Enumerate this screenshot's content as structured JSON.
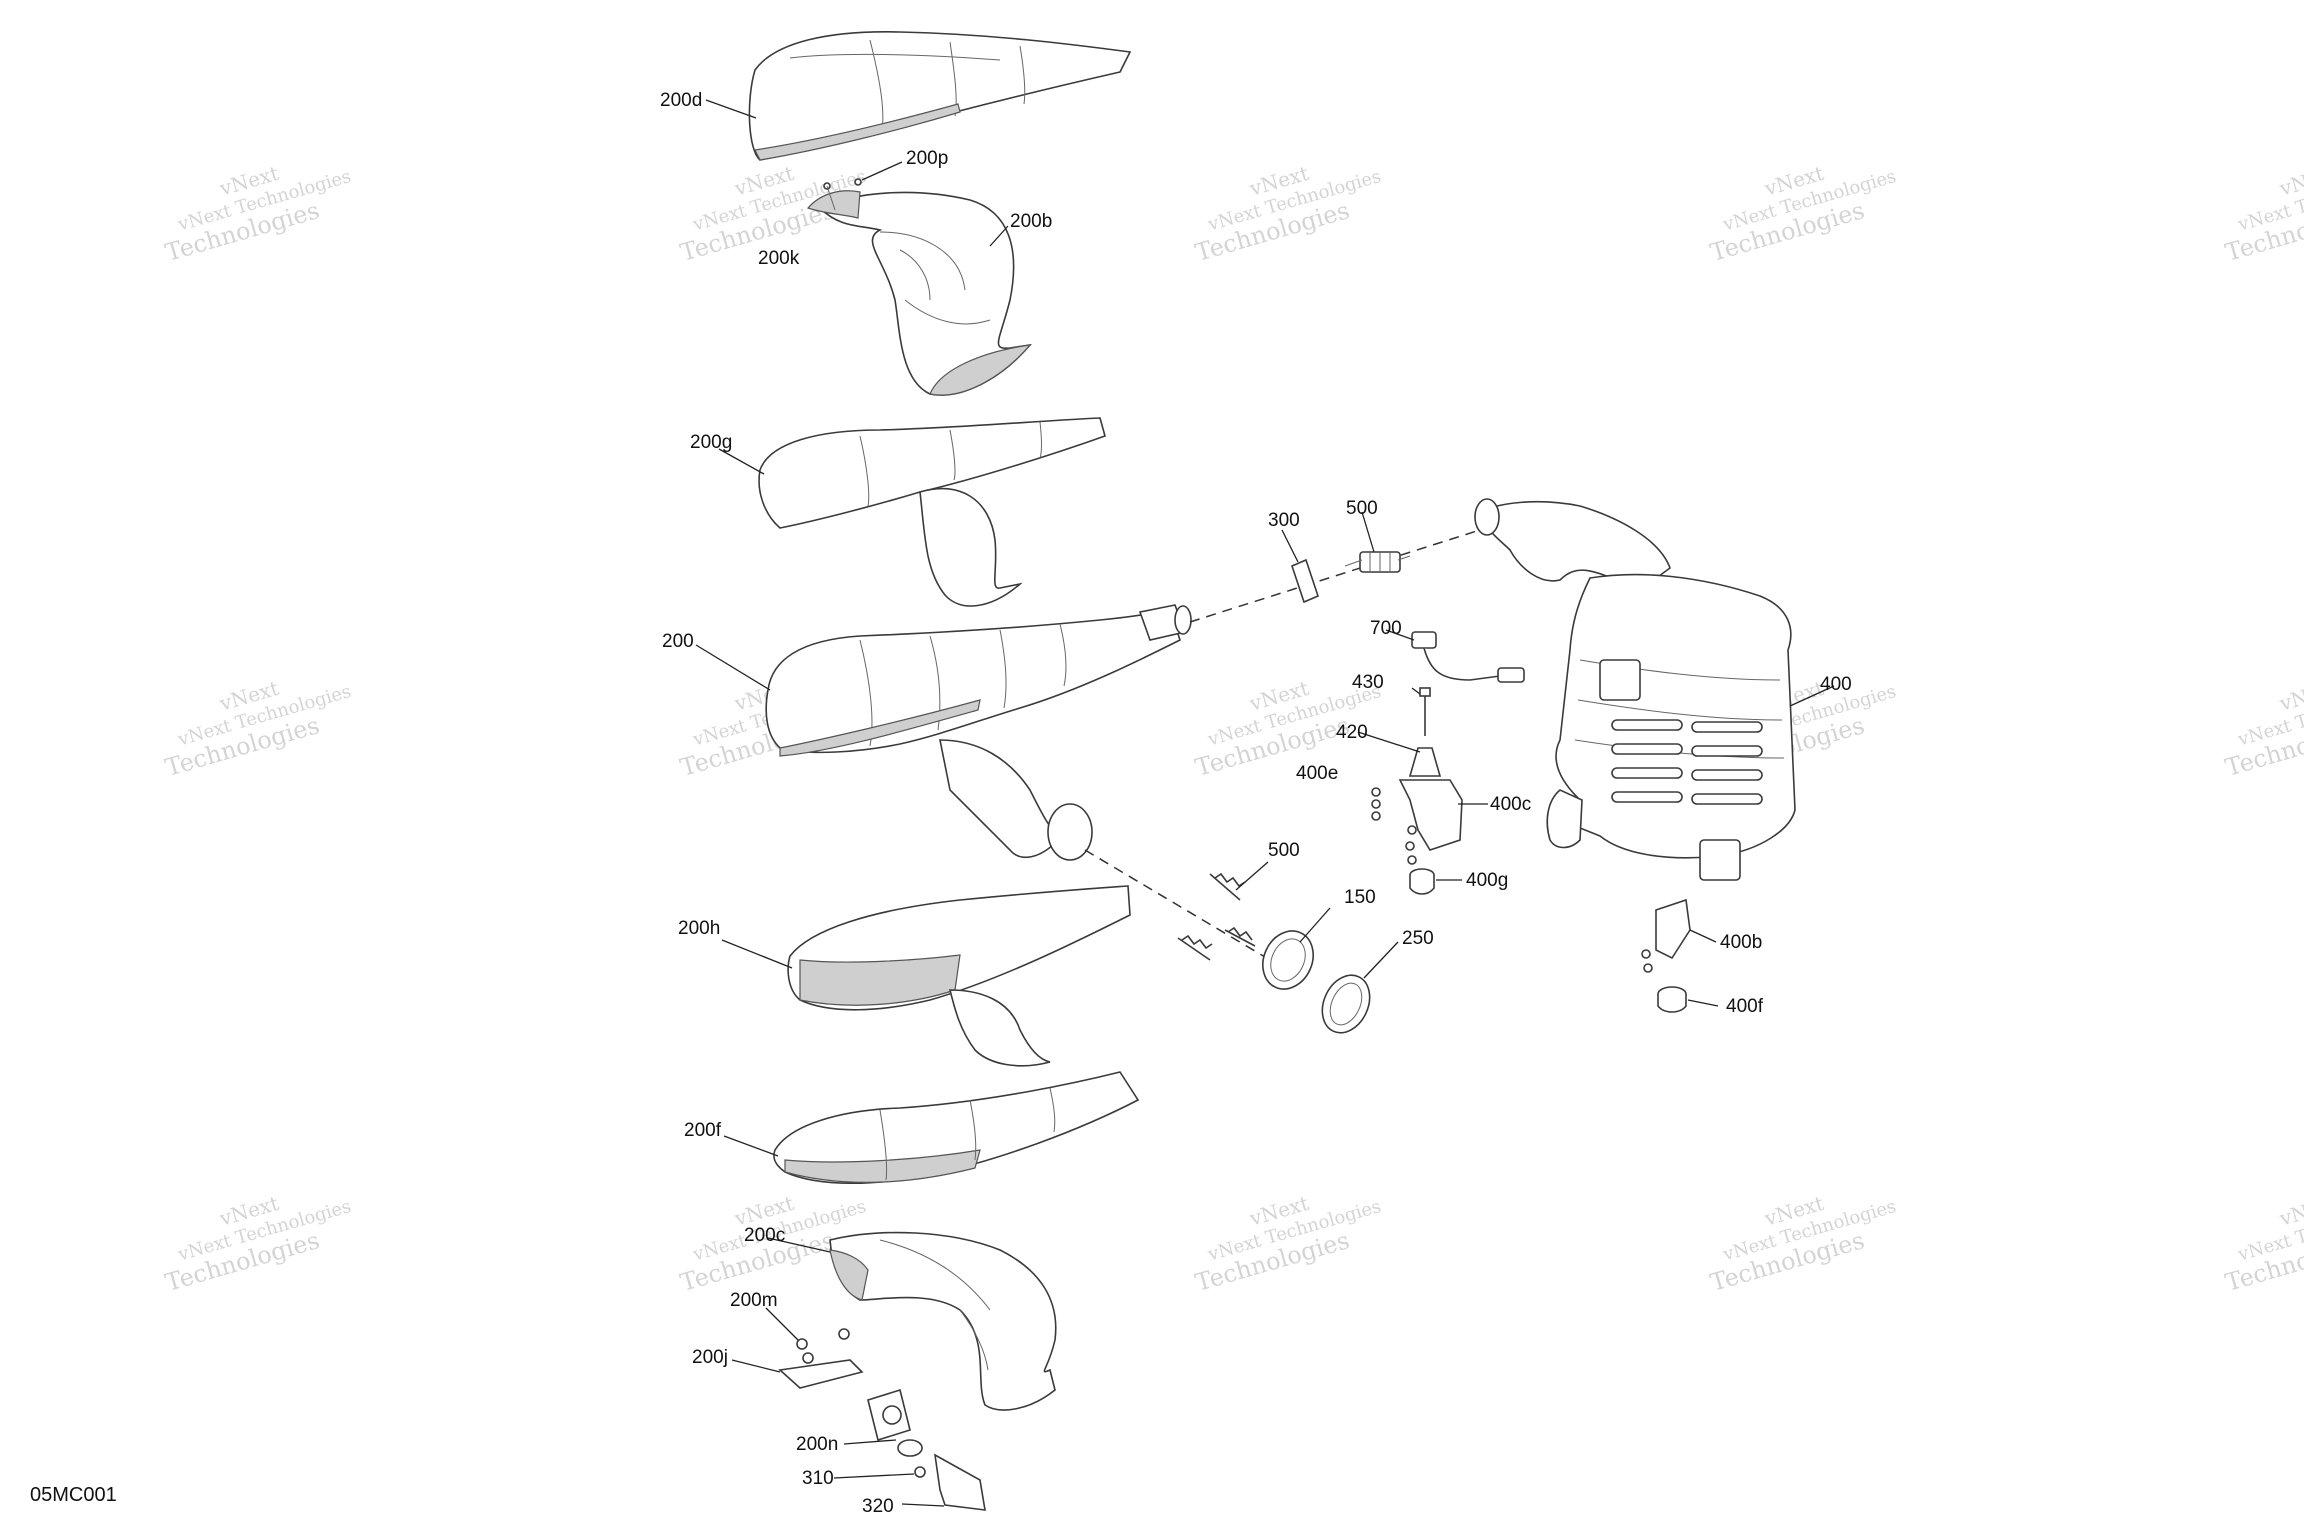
{
  "diagram_code": "05MC001",
  "watermark": {
    "line1": "vNext",
    "line2": "vNext Technologies",
    "line3": "Technologies"
  },
  "callouts": {
    "c200d": "200d",
    "c200p": "200p",
    "c200b": "200b",
    "c200k": "200k",
    "c200g": "200g",
    "c200": "200",
    "c300": "300",
    "c500a": "500",
    "c700": "700",
    "c430": "430",
    "c420": "420",
    "c400e": "400e",
    "c400c": "400c",
    "c400": "400",
    "c500b": "500",
    "c150": "150",
    "c250": "250",
    "c400g": "400g",
    "c400b": "400b",
    "c400f": "400f",
    "c200h": "200h",
    "c200f": "200f",
    "c200c": "200c",
    "c200m": "200m",
    "c200j": "200j",
    "c200n": "200n",
    "c310": "310",
    "c320": "320"
  }
}
